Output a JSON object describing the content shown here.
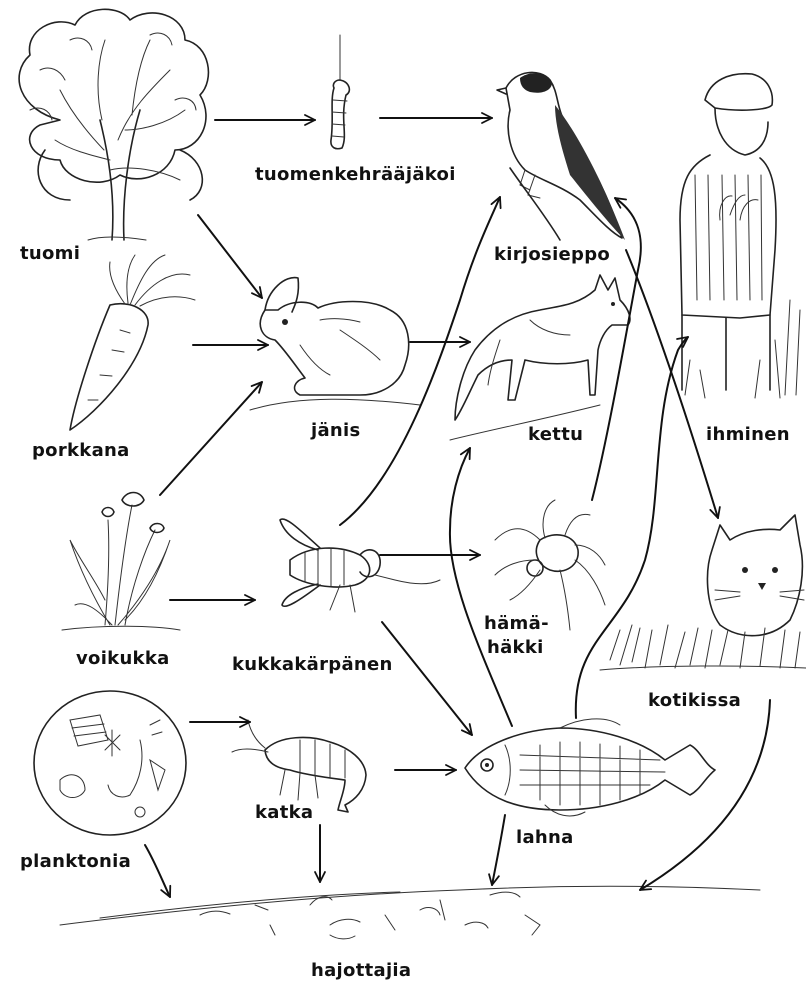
{
  "diagram": {
    "labels": {
      "tuomi": "tuomi",
      "tuomenkehraajakoi": "tuomenkehrääjäkoi",
      "kirjosieppo": "kirjosieppo",
      "porkkana": "porkkana",
      "janis": "jänis",
      "kettu": "kettu",
      "ihminen": "ihminen",
      "voikukka": "voikukka",
      "kukkakarpanen": "kukkakärpänen",
      "hamahakki_1": "hämä-",
      "hamahakki_2": "häkki",
      "kotikissa": "kotikissa",
      "planktonia": "planktonia",
      "katka": "katka",
      "lahna": "lahna",
      "hajottajia": "hajottajia"
    },
    "links": [
      {
        "from": "tuomi",
        "to": "tuomenkehrääjäkoi"
      },
      {
        "from": "tuomenkehrääjäkoi",
        "to": "kirjosieppo"
      },
      {
        "from": "tuomi",
        "to": "jänis"
      },
      {
        "from": "porkkana",
        "to": "jänis"
      },
      {
        "from": "voikukka",
        "to": "jänis"
      },
      {
        "from": "jänis",
        "to": "kettu"
      },
      {
        "from": "kukkakärpänen",
        "to": "kirjosieppo"
      },
      {
        "from": "voikukka",
        "to": "kukkakärpänen"
      },
      {
        "from": "kukkakärpänen",
        "to": "hämähäkki"
      },
      {
        "from": "kukkakärpänen",
        "to": "lahna"
      },
      {
        "from": "hämähäkki",
        "to": "kirjosieppo"
      },
      {
        "from": "lahna",
        "to": "kettu"
      },
      {
        "from": "lahna",
        "to": "ihminen"
      },
      {
        "from": "kirjosieppo",
        "to": "kotikissa"
      },
      {
        "from": "planktonia",
        "to": "katka"
      },
      {
        "from": "katka",
        "to": "lahna"
      },
      {
        "from": "planktonia",
        "to": "hajottajia"
      },
      {
        "from": "katka",
        "to": "hajottajia"
      },
      {
        "from": "lahna",
        "to": "hajottajia"
      },
      {
        "from": "kotikissa",
        "to": "hajottajia"
      }
    ]
  }
}
